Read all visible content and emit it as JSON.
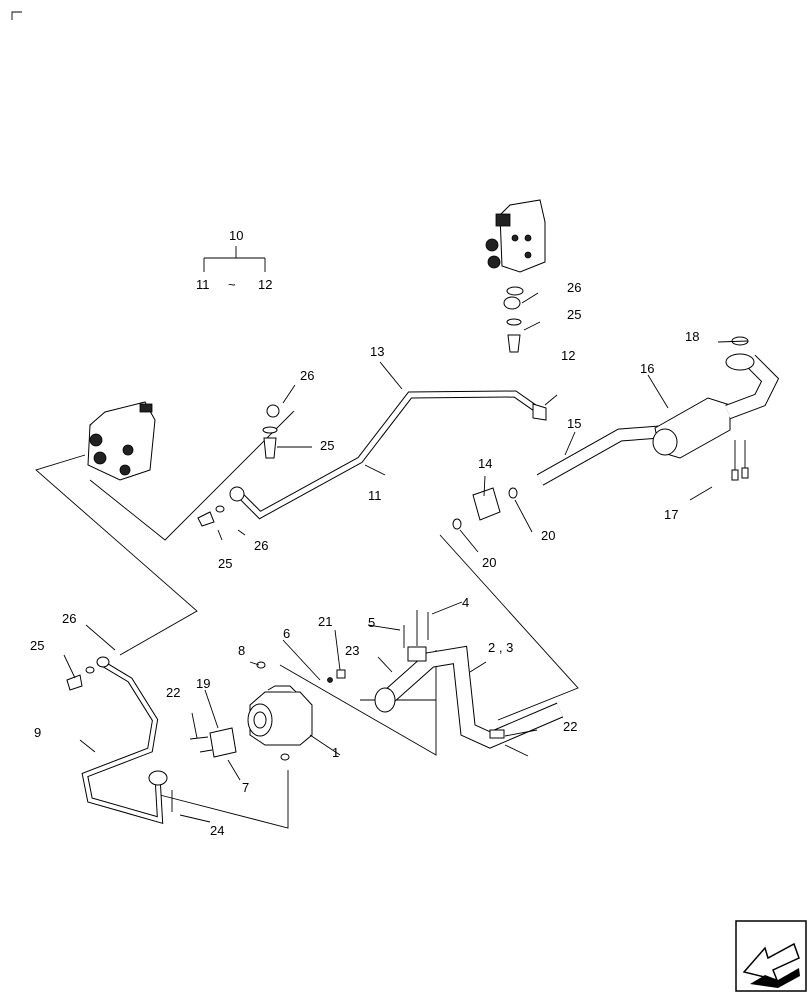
{
  "corner_mark": "⌐",
  "group_label": {
    "top": "10",
    "left": "11",
    "sep": "~",
    "right": "12"
  },
  "callouts": {
    "c1": "1",
    "c2_3": "2 , 3",
    "c4": "4",
    "c5": "5",
    "c6": "6",
    "c7": "7",
    "c8": "8",
    "c9": "9",
    "c11": "11",
    "c12": "12",
    "c13": "13",
    "c14": "14",
    "c15": "15",
    "c16": "16",
    "c17": "17",
    "c18": "18",
    "c19": "19",
    "c20a": "20",
    "c20b": "20",
    "c21": "21",
    "c22a": "22",
    "c22b": "22",
    "c23": "23",
    "c24": "24",
    "c25a": "25",
    "c25b": "25",
    "c25c": "25",
    "c25d": "25",
    "c26a": "26",
    "c26b": "26",
    "c26c": "26",
    "c26d": "26"
  },
  "nav_icon": "next-page-arrow-icon"
}
